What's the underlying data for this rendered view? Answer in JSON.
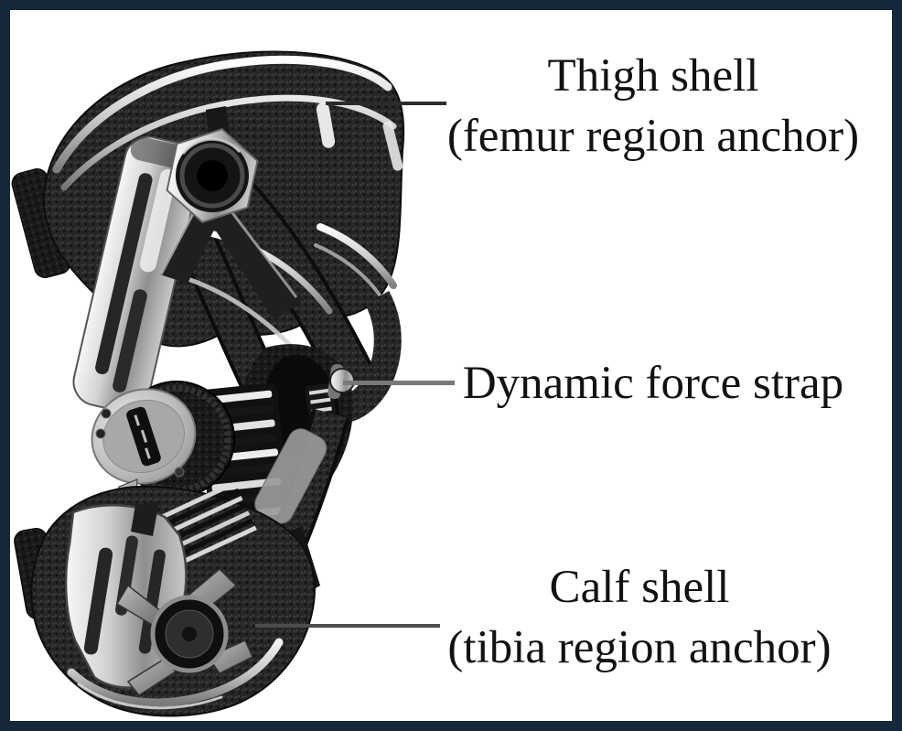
{
  "frame": {
    "border_color": "#16293a",
    "background": "#ffffff",
    "text_color": "#121212"
  },
  "labels": {
    "thigh": {
      "title": "Thigh shell",
      "subtitle": "(femur region anchor)"
    },
    "force_strap": {
      "title": "Dynamic force strap"
    },
    "calf": {
      "title": "Calf shell",
      "subtitle": "(tibia region anchor)"
    }
  },
  "leaders": {
    "thigh_color": "#2b2b2b",
    "force_color": "#787878",
    "calf_color": "#4c4c4c"
  },
  "illustration": {
    "description": "Black-and-white photograph of an unloader knee brace (lateral view) with thigh shell, dynamic force strap and calf shell"
  }
}
